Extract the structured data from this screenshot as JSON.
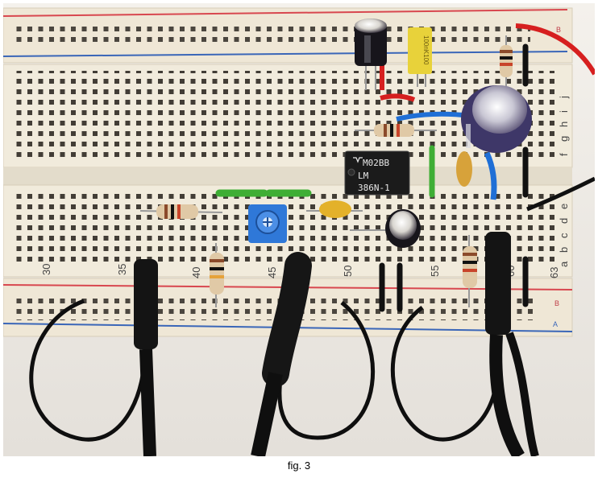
{
  "caption": "fig. 3",
  "ic": {
    "line1": "M02BB",
    "line2": "LM",
    "line3": "386N-1"
  },
  "capacitor_label": "100nK100",
  "column_numbers": [
    "30",
    "35",
    "40",
    "45",
    "50",
    "55",
    "60",
    "63"
  ],
  "row_letters": [
    "a",
    "b",
    "c",
    "d",
    "e",
    "f",
    "g",
    "h",
    "i",
    "j"
  ],
  "rail_letters": [
    "B",
    "A",
    "B"
  ],
  "colors": {
    "board": "#f1ebdc",
    "rail_red": "#d8474f",
    "rail_blue": "#3a66b8",
    "wire_red": "#d61f1f",
    "wire_blue": "#1f6fd6",
    "wire_green": "#3fae35",
    "wire_black": "#111111",
    "trimmer_blue": "#2f78d8",
    "capacitor_yellow": "#e8d23a"
  }
}
